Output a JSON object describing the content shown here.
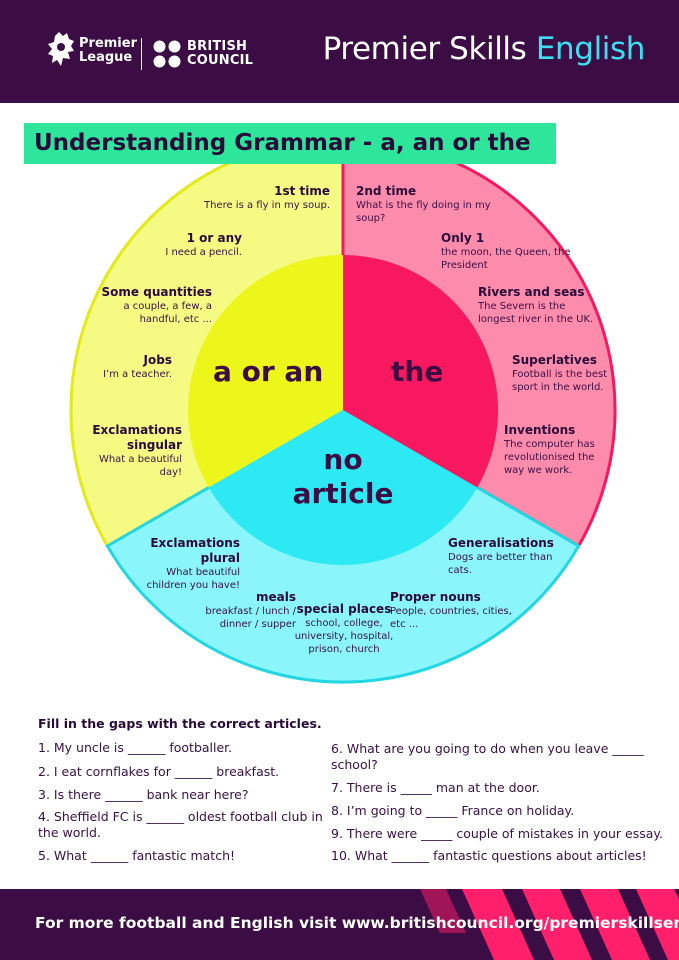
{
  "header": {
    "pl_logo_line1": "Premier",
    "pl_logo_line2": "League",
    "bc_logo_line1": "BRITISH",
    "bc_logo_line2": "COUNCIL",
    "site_title_main": "Premier Skills",
    "site_title_accent": "English"
  },
  "title": "Understanding Grammar - a, an or the",
  "colors": {
    "header_bg": "#3c0d45",
    "title_bg": "#2ee59c",
    "a_or_an": "#ecf61a",
    "a_or_an_outer": "#f5fb82",
    "the": "#f7185f",
    "the_outer": "#fd8bab",
    "no_article": "#2ce9f4",
    "no_article_outer": "#8af6fb",
    "footer_accent": "#ff1f6a"
  },
  "wheel": {
    "a_or_an": {
      "label": "a or an",
      "items": [
        {
          "title": "1st time",
          "text": "There is a fly in my soup."
        },
        {
          "title": "1 or any",
          "text": "I need a pencil."
        },
        {
          "title": "Some quantities",
          "text": "a couple, a few, a handful, etc ..."
        },
        {
          "title": "Jobs",
          "text": "I’m a teacher."
        },
        {
          "title": "Exclamations singular",
          "text": "What a beautiful day!"
        }
      ]
    },
    "the": {
      "label": "the",
      "items": [
        {
          "title": "2nd time",
          "text": "What is the fly doing in my soup?"
        },
        {
          "title": "Only 1",
          "text": "the moon, the Queen, the President"
        },
        {
          "title": "Rivers and seas",
          "text": "The Severn is the longest river in the UK."
        },
        {
          "title": "Superlatives",
          "text": "Football is the best sport in the world."
        },
        {
          "title": "Inventions",
          "text": "The computer has revolutionised the way we work."
        }
      ]
    },
    "no_article": {
      "label_line1": "no",
      "label_line2": "article",
      "items": [
        {
          "title": "Exclamations plural",
          "text": "What beautiful children you have!"
        },
        {
          "title": "meals",
          "text": "breakfast / lunch / dinner / supper"
        },
        {
          "title": "special places",
          "text": "school, college, university, hospital, prison, church"
        },
        {
          "title": "Proper nouns",
          "text": "People, countries, cities, etc ..."
        },
        {
          "title": "Generalisations",
          "text": "Dogs are better than cats."
        }
      ]
    }
  },
  "exercise": {
    "heading": "Fill in the gaps with the correct articles.",
    "items": [
      "1. My uncle is ______ footballer.",
      "2. I eat cornflakes for ______ breakfast.",
      "3. Is there ______ bank near here?",
      "4. Sheffield FC is ______ oldest football club in the world.",
      "5. What ______ fantastic match!",
      "6. What are you going to do when you leave _____ school?",
      "7. There is _____ man at the door.",
      "8. I’m going to _____ France on holiday.",
      "9. There were _____ couple of mistakes in your essay.",
      "10. What ______ fantastic questions about articles!"
    ]
  },
  "footer": {
    "text": "For more football and English visit www.britishcouncil.org/premierskillsenglish"
  }
}
